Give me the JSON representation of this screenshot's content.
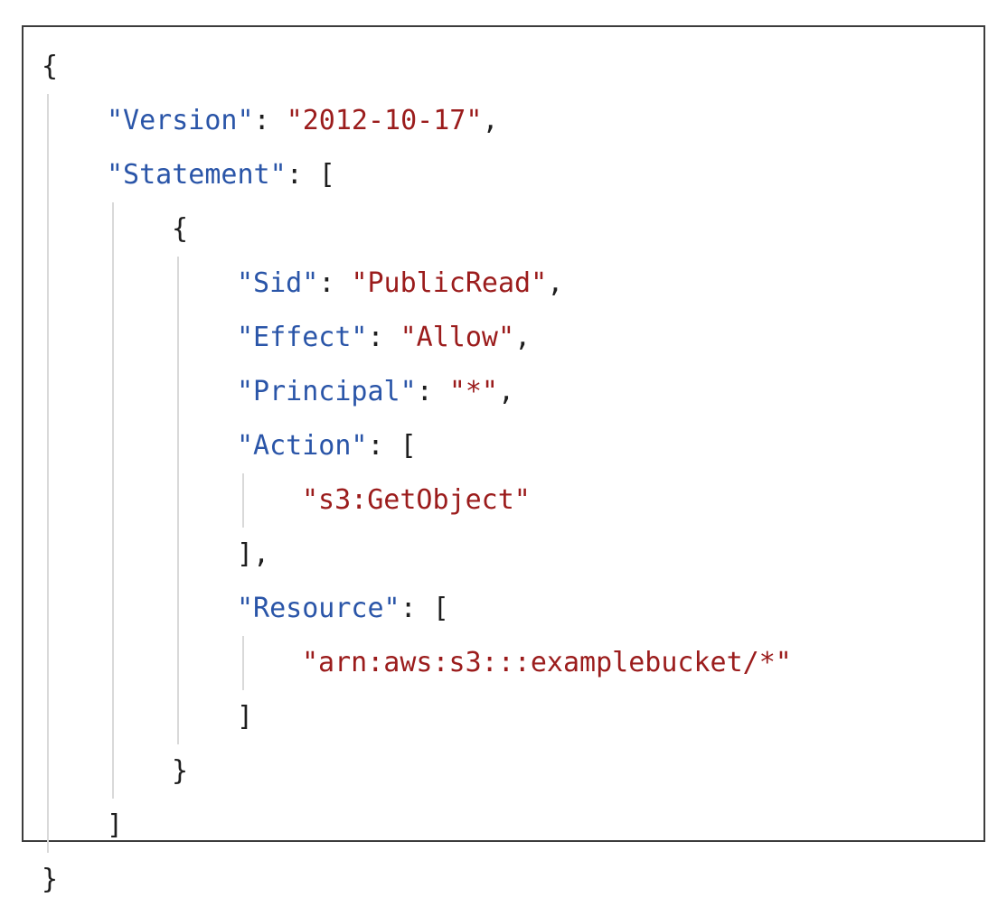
{
  "editor": {
    "indent_spaces": 4,
    "colors": {
      "key": "#2a55a8",
      "string": "#9b1c1c",
      "punctuation": "#1e1e1e",
      "indent_guide": "#d9d9d9",
      "border": "#3c3c3c"
    },
    "lines": [
      {
        "indent": 0,
        "tokens": [
          {
            "type": "punct",
            "text": "{"
          }
        ]
      },
      {
        "indent": 1,
        "tokens": [
          {
            "type": "key",
            "text": "\"Version\""
          },
          {
            "type": "punct",
            "text": ": "
          },
          {
            "type": "string",
            "text": "\"2012-10-17\""
          },
          {
            "type": "punct",
            "text": ","
          }
        ]
      },
      {
        "indent": 1,
        "tokens": [
          {
            "type": "key",
            "text": "\"Statement\""
          },
          {
            "type": "punct",
            "text": ": ["
          }
        ]
      },
      {
        "indent": 2,
        "tokens": [
          {
            "type": "punct",
            "text": "{"
          }
        ]
      },
      {
        "indent": 3,
        "tokens": [
          {
            "type": "key",
            "text": "\"Sid\""
          },
          {
            "type": "punct",
            "text": ": "
          },
          {
            "type": "string",
            "text": "\"PublicRead\""
          },
          {
            "type": "punct",
            "text": ","
          }
        ]
      },
      {
        "indent": 3,
        "tokens": [
          {
            "type": "key",
            "text": "\"Effect\""
          },
          {
            "type": "punct",
            "text": ": "
          },
          {
            "type": "string",
            "text": "\"Allow\""
          },
          {
            "type": "punct",
            "text": ","
          }
        ]
      },
      {
        "indent": 3,
        "tokens": [
          {
            "type": "key",
            "text": "\"Principal\""
          },
          {
            "type": "punct",
            "text": ": "
          },
          {
            "type": "string",
            "text": "\"*\""
          },
          {
            "type": "punct",
            "text": ","
          }
        ]
      },
      {
        "indent": 3,
        "tokens": [
          {
            "type": "key",
            "text": "\"Action\""
          },
          {
            "type": "punct",
            "text": ": ["
          }
        ]
      },
      {
        "indent": 4,
        "tokens": [
          {
            "type": "string",
            "text": "\"s3:GetObject\""
          }
        ]
      },
      {
        "indent": 3,
        "tokens": [
          {
            "type": "punct",
            "text": "],"
          }
        ]
      },
      {
        "indent": 3,
        "tokens": [
          {
            "type": "key",
            "text": "\"Resource\""
          },
          {
            "type": "punct",
            "text": ": ["
          }
        ]
      },
      {
        "indent": 4,
        "tokens": [
          {
            "type": "string",
            "text": "\"arn:aws:s3:::examplebucket/*\""
          }
        ]
      },
      {
        "indent": 3,
        "tokens": [
          {
            "type": "punct",
            "text": "]"
          }
        ]
      },
      {
        "indent": 2,
        "tokens": [
          {
            "type": "punct",
            "text": "}"
          }
        ]
      },
      {
        "indent": 1,
        "tokens": [
          {
            "type": "punct",
            "text": "]"
          }
        ]
      },
      {
        "indent": 0,
        "tokens": [
          {
            "type": "punct",
            "text": "}"
          }
        ]
      }
    ]
  }
}
